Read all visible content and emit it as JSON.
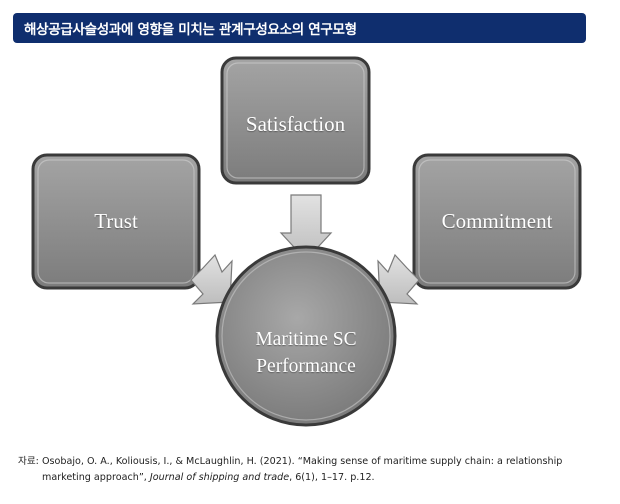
{
  "header": {
    "title": "해상공급사슬성과에 영향을 미치는 관계구성요소의 연구모형"
  },
  "diagram": {
    "nodes": {
      "trust": "Trust",
      "satisfaction": "Satisfaction",
      "commitment": "Commitment",
      "performance_line1": "Maritime SC",
      "performance_line2": "Performance"
    },
    "colors": {
      "box_fill": "#8f8f8f",
      "box_border": "#3a3a3a",
      "arrow_fill": "#cfcfcf",
      "title_bg": "#0f2e6e"
    }
  },
  "source": {
    "prefix": "자료:",
    "text_before_italic": "Osobajo, O. A., Koliousis, I., & McLaughlin, H. (2021). “Making sense of maritime supply chain: a relationship marketing approach”,",
    "journal": "Journal of shipping and trade",
    "text_after_italic": ", 6(1), 1–17. p.12."
  }
}
